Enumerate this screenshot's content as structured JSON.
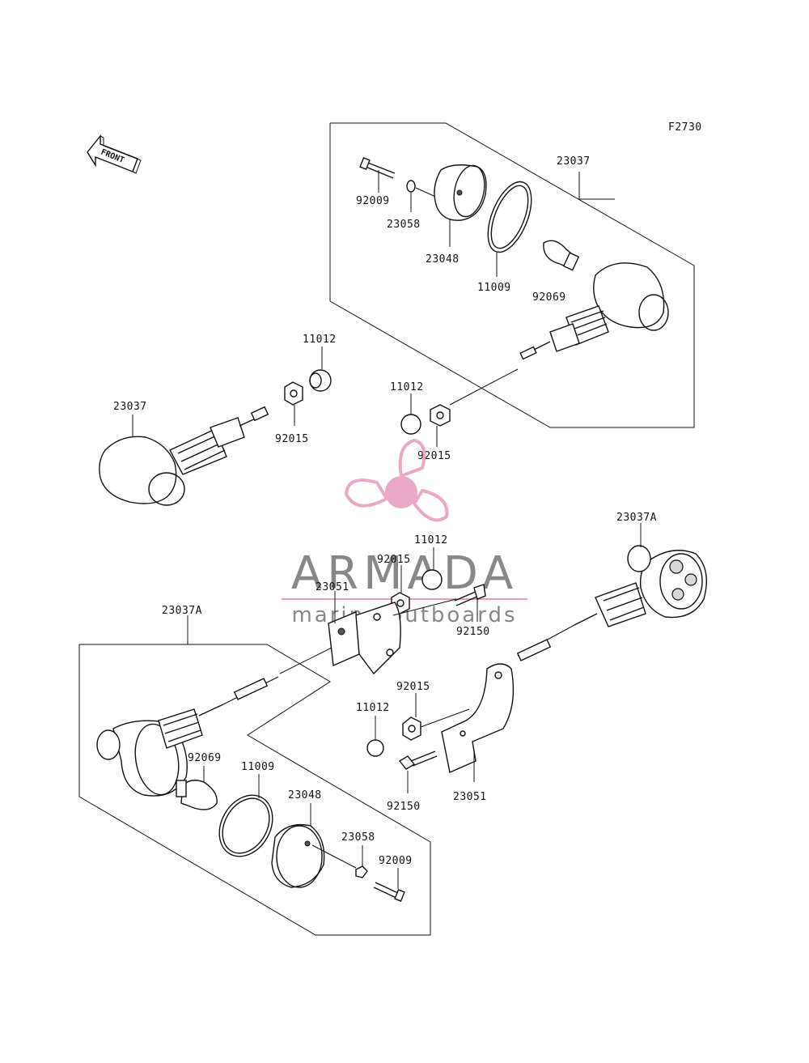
{
  "diagram_id": "F2730",
  "front_arrow_label": "FRONT",
  "watermark": {
    "brand": "ARMADA",
    "tagline": "marine outboards",
    "colors": {
      "pink": "#e8a0c0",
      "gray": "#888888"
    }
  },
  "part_labels": {
    "top_23037": "23037",
    "top_92009": "92009",
    "top_23058": "23058",
    "top_23048": "23048",
    "top_11009": "11009",
    "top_92069": "92069",
    "mid_11012_a": "11012",
    "mid_92015_a": "92015",
    "left_23037": "23037",
    "mid_11012_b": "11012",
    "mid_92015_b": "92015",
    "mid_11012_c": "11012",
    "mid_92015_c": "92015",
    "mid_23051": "23051",
    "mid_92150": "92150",
    "right_23037A": "23037A",
    "bl_23037A": "23037A",
    "br_92015": "92015",
    "br_11012": "11012",
    "br_92150": "92150",
    "br_23051": "23051",
    "bl_92069": "92069",
    "bl_11009": "11009",
    "bl_23048": "23048",
    "bl_23058": "23058",
    "bl_92009": "92009"
  }
}
